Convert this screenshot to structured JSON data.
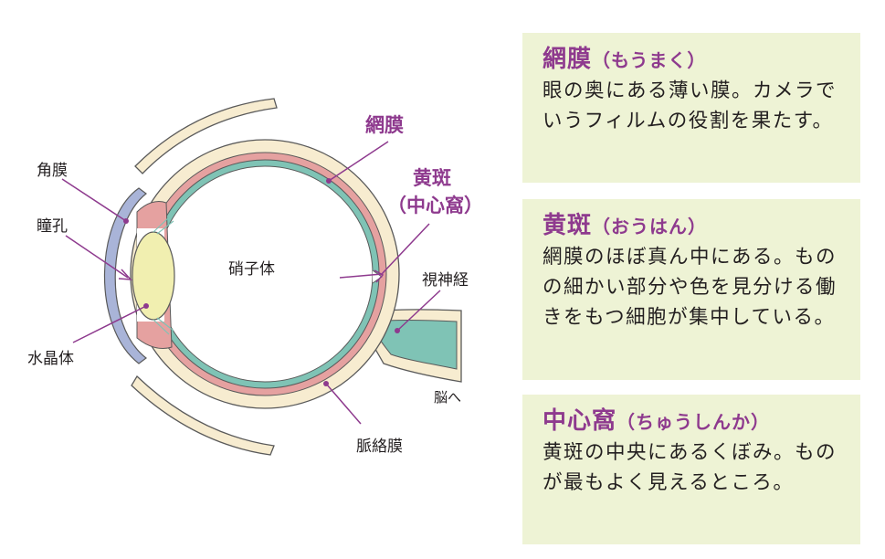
{
  "labels": {
    "cornea": "角膜",
    "pupil": "瞳孔",
    "lens": "水晶体",
    "vitreous": "硝子体",
    "retina": "網膜",
    "macula_line1": "黄斑",
    "macula_line2": "（中心窩）",
    "optic_nerve": "視神経",
    "to_brain": "脳へ",
    "choroid": "脈絡膜"
  },
  "panels": [
    {
      "title": "網膜",
      "reading": "（もうまく）",
      "body": "眼の奥にある薄い膜。カメラでいうフィルムの役割を果たす。"
    },
    {
      "title": "黄斑",
      "reading": "（おうはん）",
      "body": "網膜のほぼ真ん中にある。ものの細かい部分や色を見分ける働きをもつ細胞が集中している。"
    },
    {
      "title": "中心窩",
      "reading": "（ちゅうしんか）",
      "body": "黄斑の中央にあるくぼみ。ものが最もよく見えるところ。"
    }
  ],
  "colors": {
    "accent_purple": "#8e3a8e",
    "panel_bg": "#eef3d5",
    "sclera": "#f7ecd0",
    "choroid_red": "#e5a1a0",
    "retina_teal": "#7fc3b5",
    "lens_yellow": "#f1efb0",
    "cornea_blue": "#a9b4d8"
  }
}
